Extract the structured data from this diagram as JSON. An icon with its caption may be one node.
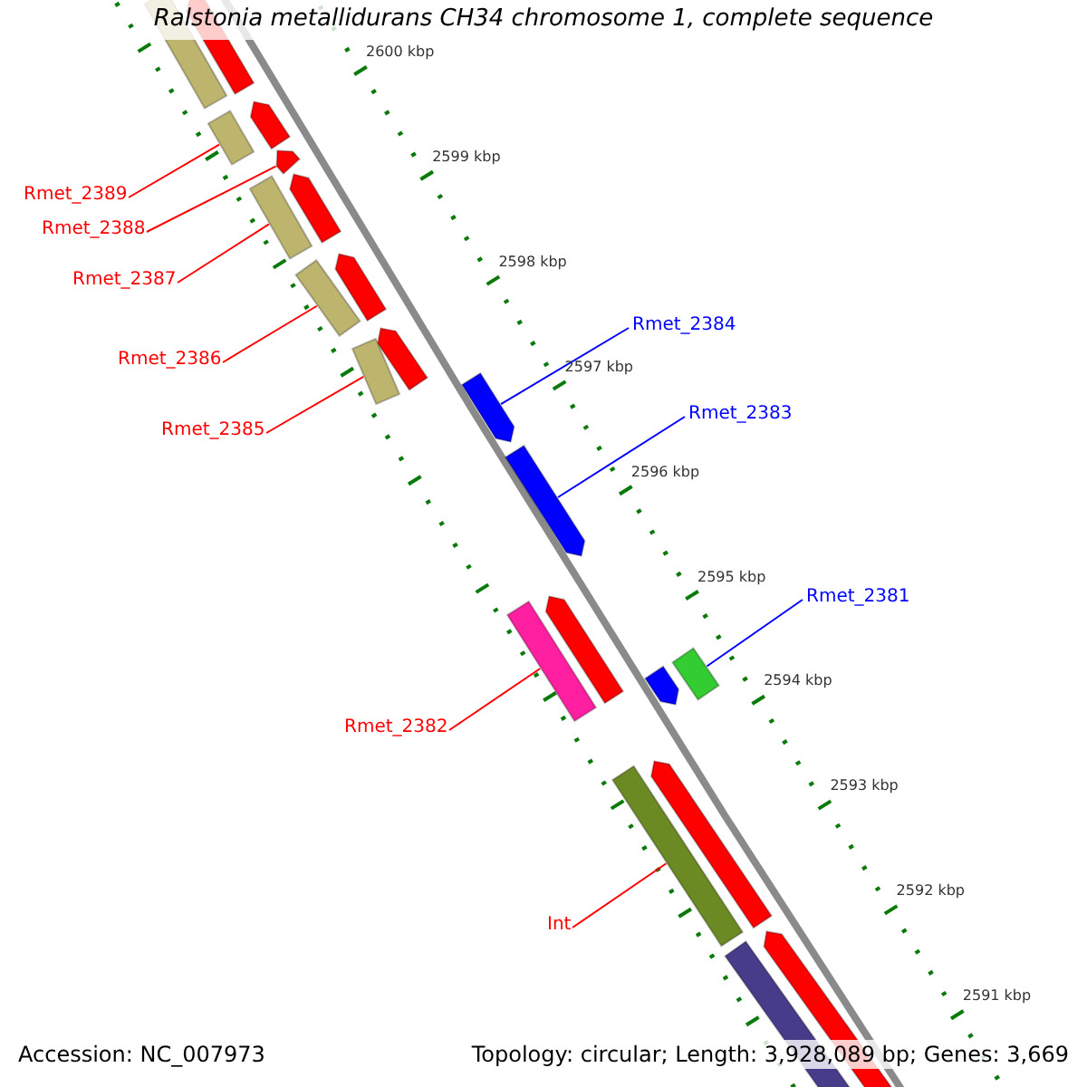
{
  "diagram": {
    "title": "Ralstonia metallidurans CH34 chromosome 1, complete sequence",
    "nodes": [
      {
        "text": [
          "Rmet_2389"
        ]
      },
      {
        "text": [
          "Rmet_2388"
        ]
      },
      {
        "text": [
          "Rmet_2387"
        ]
      },
      {
        "text": [
          "Rmet_2384"
        ]
      },
      {
        "text": [
          "Rmet_2386"
        ]
      },
      {
        "text": [
          "Rmet_2383"
        ]
      },
      {
        "text": [
          "Rmet_2385"
        ]
      },
      {
        "text": [
          "Rmet_2381"
        ]
      },
      {
        "text": [
          "Rmet_2382"
        ]
      },
      {
        "text": [
          "Int"
        ]
      },
      {
        "text": [],
        "shape": "bar"
      },
      {
        "text": [],
        "shape": "arrow"
      },
      {
        "text": [],
        "shape": "arrow"
      },
      {
        "text": [],
        "shape": "arrow"
      },
      {
        "text": [],
        "shape": "bar"
      },
      {
        "text": [],
        "shape": "arrow"
      },
      {
        "text": [],
        "shape": "bar"
      },
      {
        "text": [],
        "shape": "arrow"
      },
      {
        "text": [],
        "shape": "bar"
      },
      {
        "text": [],
        "shape": "arrow"
      },
      {
        "text": [],
        "shape": "bar"
      },
      {
        "text": [],
        "shape": "arrow"
      },
      {
        "text": [],
        "shape": "arrow"
      },
      {
        "text": [],
        "shape": "bar"
      },
      {
        "text": [],
        "shape": "arrow"
      },
      {
        "text": [],
        "shape": "bar"
      },
      {
        "text": [],
        "shape": "arrow"
      },
      {
        "text": [],
        "shape": "arrow"
      },
      {
        "text": [],
        "shape": "bar"
      },
      {
        "text": [],
        "shape": "bar"
      },
      {
        "text": [],
        "shape": "arrow"
      }
    ],
    "edges": [
      {
        "from": 0,
        "to": 14,
        "arrow": "none"
      },
      {
        "from": 1,
        "to": 13,
        "arrow": "none"
      },
      {
        "from": 2,
        "to": 16,
        "arrow": "none"
      },
      {
        "from": 3,
        "to": 21,
        "arrow": "none",
        "color": "#0000ff"
      },
      {
        "from": 4,
        "to": 18,
        "arrow": "none"
      },
      {
        "from": 5,
        "to": 22,
        "arrow": "none",
        "color": "#0000ff"
      },
      {
        "from": 6,
        "to": 20,
        "arrow": "none"
      },
      {
        "from": 7,
        "to": 25,
        "arrow": "none",
        "color": "#0000ff"
      },
      {
        "from": 8,
        "to": 23,
        "arrow": "none"
      },
      {
        "from": 9,
        "to": 28,
        "arrow": "none"
      }
    ],
    "labels": [
      "2600 kbp",
      "2599 kbp",
      "2598 kbp",
      "2597 kbp",
      "2596 kbp",
      "2595 kbp",
      "2594 kbp",
      "2593 kbp",
      "2592 kbp",
      "2591 kbp",
      "Accession: NC_007973",
      "Topology: circular; Length: 3,928,089 bp; Genes: 3,669"
    ]
  }
}
